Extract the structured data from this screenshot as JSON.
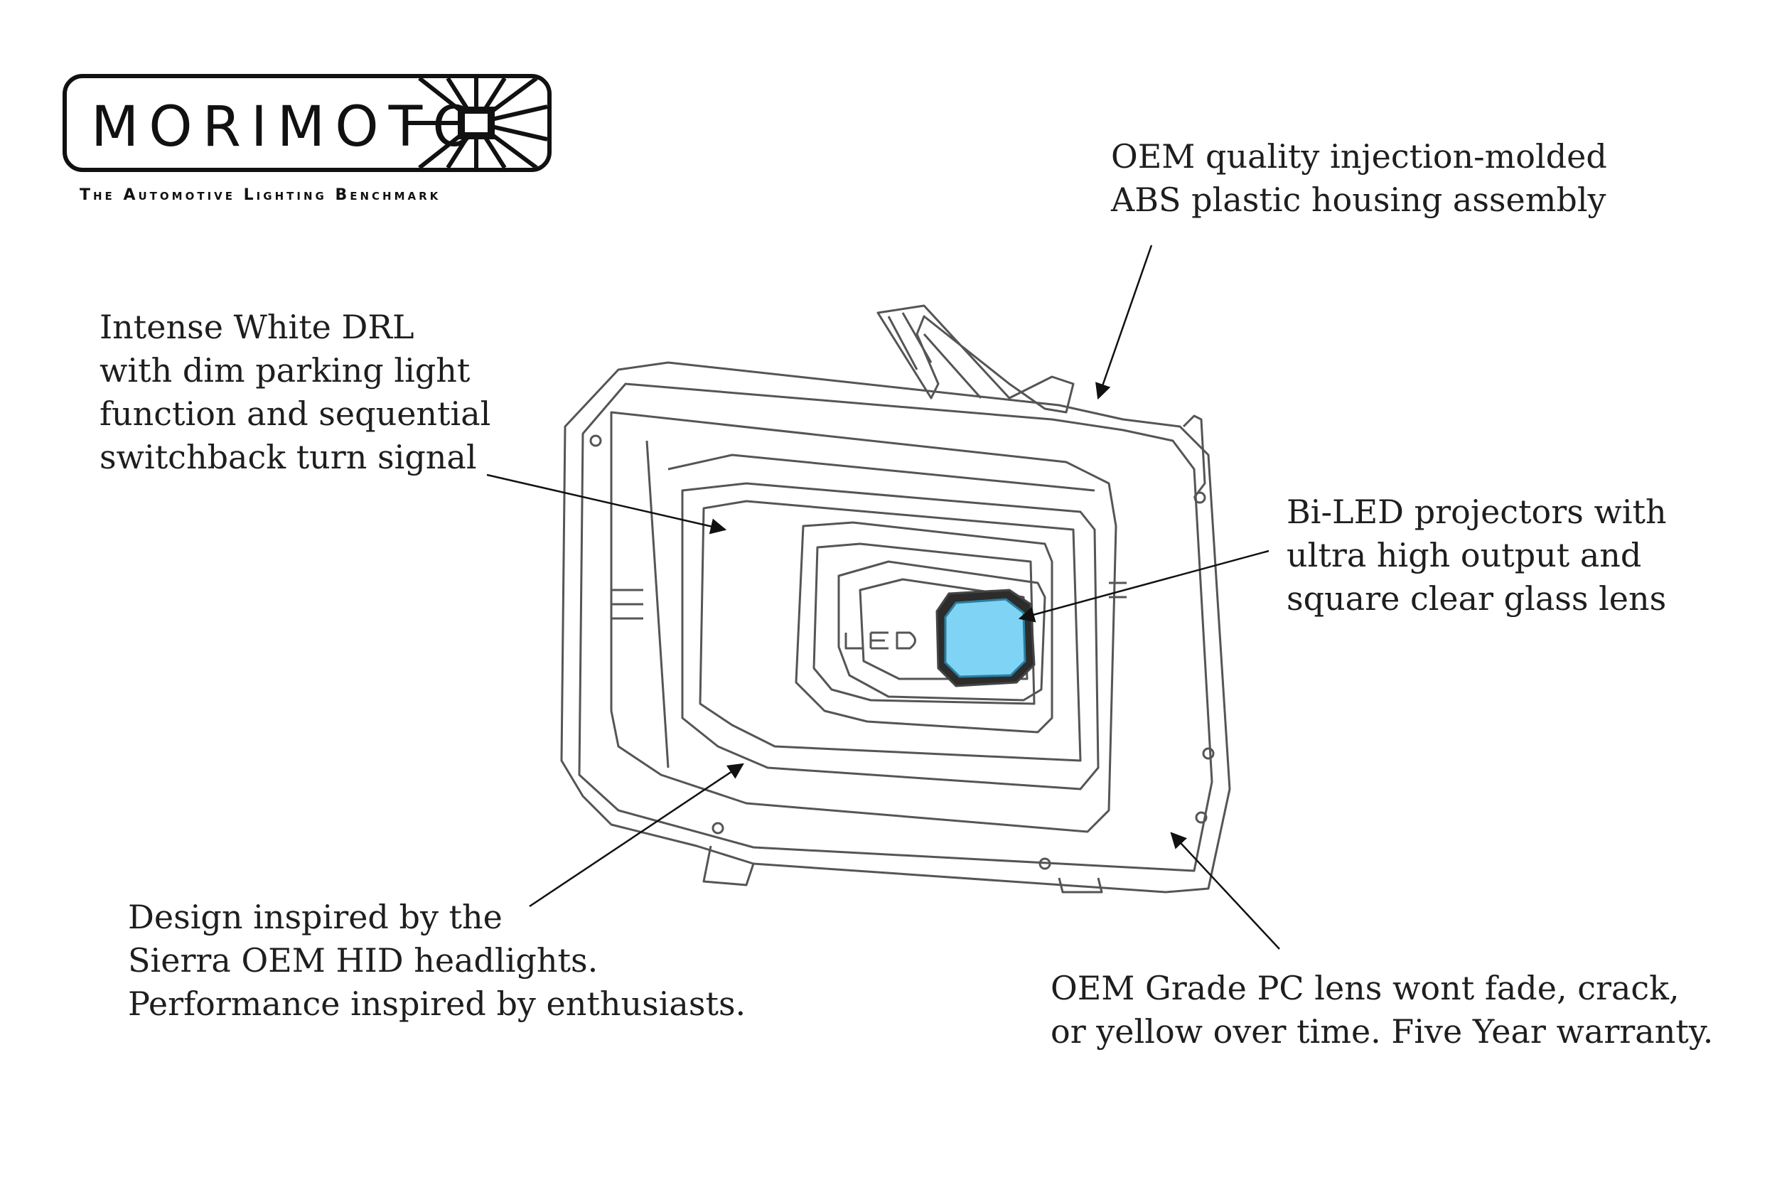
{
  "logo": {
    "brand": "MORIMOTO",
    "tagline": "The Automotive Lighting Benchmark"
  },
  "headlight": {
    "badge": "LED",
    "lens_color": "#7fd3f5"
  },
  "callouts": {
    "housing": [
      "OEM quality injection-molded",
      "ABS plastic housing assembly"
    ],
    "drl": [
      "Intense White DRL",
      "with dim parking light",
      "function and sequential",
      "switchback turn signal"
    ],
    "projector": [
      "Bi-LED projectors with",
      "ultra high output and",
      "square clear glass lens"
    ],
    "design": [
      "Design inspired by the",
      "Sierra OEM HID headlights.",
      "Performance inspired by enthusiasts."
    ],
    "lens": [
      "OEM Grade PC lens wont fade, crack,",
      "or yellow over time. Five Year warranty."
    ]
  }
}
